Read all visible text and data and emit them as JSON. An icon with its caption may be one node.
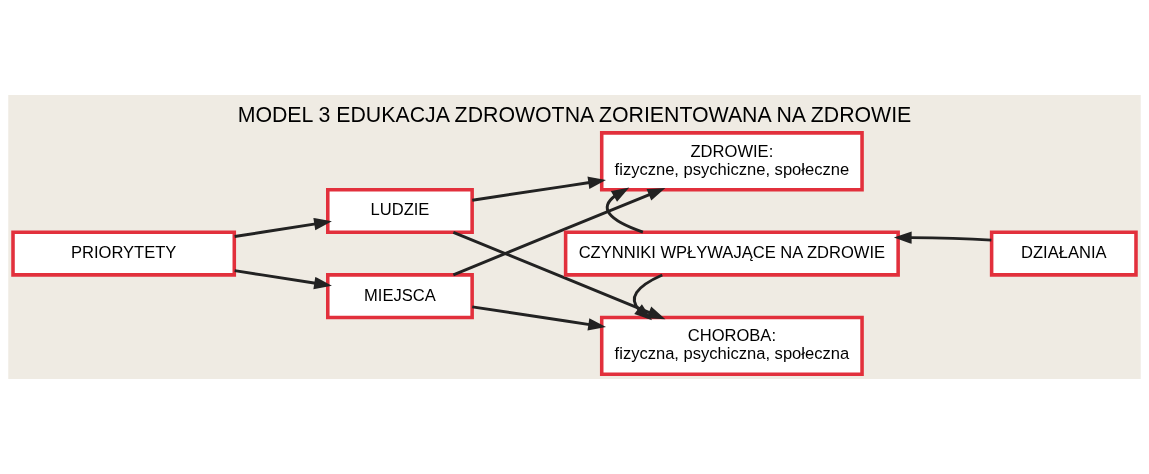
{
  "diagram": {
    "title": "MODEL 3 EDUKACJA ZDROWOTNA ZORIENTOWANA NA ZDROWIE",
    "nodes": [
      {
        "text": [
          "PRIORYTETY"
        ]
      },
      {
        "text": [
          "LUDZIE"
        ]
      },
      {
        "text": [
          "MIEJSCA"
        ]
      },
      {
        "text": [
          "ZDROWIE:",
          "fizyczne, psychiczne, społeczne"
        ]
      },
      {
        "text": [
          "CZYNNIKI WPŁYWAJĄCE NA ZDROWIE"
        ]
      },
      {
        "text": [
          "DZIAŁANIA"
        ]
      },
      {
        "text": [
          "CHOROBA:",
          "fizyczna, psychiczna, społeczna"
        ]
      }
    ],
    "edges": [
      {
        "from": 0,
        "to": 1,
        "arrow": "to"
      },
      {
        "from": 0,
        "to": 2,
        "arrow": "to"
      },
      {
        "from": 1,
        "to": 3,
        "arrow": "to"
      },
      {
        "from": 1,
        "to": 6,
        "arrow": "to"
      },
      {
        "from": 2,
        "to": 3,
        "arrow": "to"
      },
      {
        "from": 2,
        "to": 6,
        "arrow": "to"
      },
      {
        "from": 4,
        "to": 3,
        "arrow": "to"
      },
      {
        "from": 4,
        "to": 6,
        "arrow": "to"
      },
      {
        "from": 5,
        "to": 4,
        "arrow": "to"
      }
    ]
  }
}
